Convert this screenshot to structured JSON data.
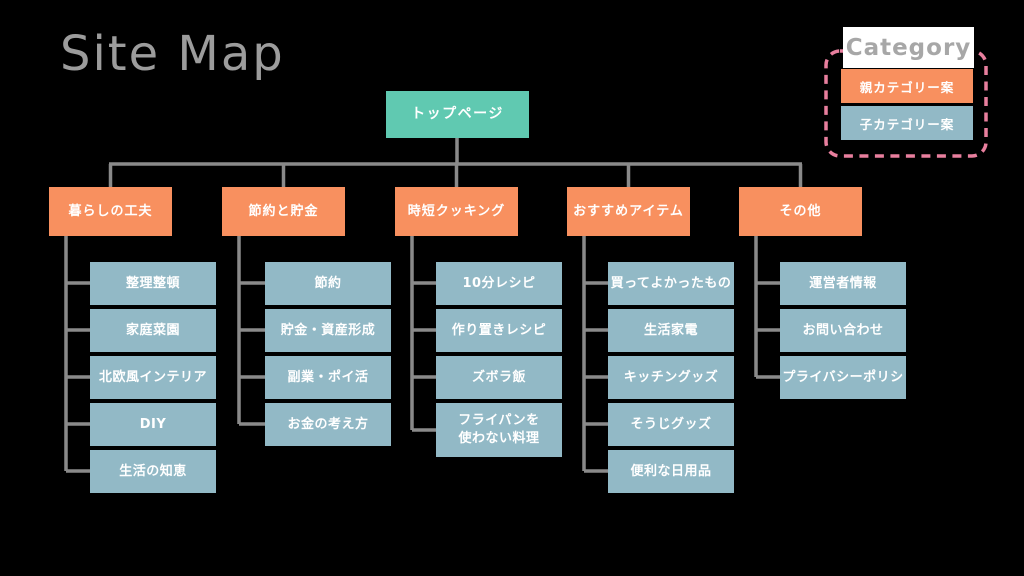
{
  "title": "Site Map",
  "legend": {
    "title": "Category",
    "parent_label": "親カテゴリー案",
    "child_label": "子カテゴリー案"
  },
  "root_label": "トップページ",
  "columns": [
    {
      "parent": "暮らしの工夫",
      "children": [
        "整理整頓",
        "家庭菜園",
        "北欧風インテリア",
        "DIY",
        "生活の知恵"
      ]
    },
    {
      "parent": "節約と貯金",
      "children": [
        "節約",
        "貯金・資産形成",
        "副業・ポイ活",
        "お金の考え方"
      ]
    },
    {
      "parent": "時短クッキング",
      "children": [
        "10分レシピ",
        "作り置きレシピ",
        "ズボラ飯",
        "フライパンを\n使わない料理"
      ]
    },
    {
      "parent": "おすすめアイテム",
      "children": [
        "買ってよかったもの",
        "生活家電",
        "キッチングッズ",
        "そうじグッズ",
        "便利な日用品"
      ]
    },
    {
      "parent": "その他",
      "children": [
        "運営者情報",
        "お問い合わせ",
        "プライバシーポリシ"
      ]
    }
  ],
  "colors": {
    "background": "#000000",
    "parent-box": "#F8905F",
    "child-box": "#92B9C6",
    "root-box": "#60C9B1",
    "legend-pink": "#E87F9E",
    "connector": "#8A8A8A",
    "title-gray": "#9C9C9C",
    "box-text": "#FFFFFF"
  }
}
